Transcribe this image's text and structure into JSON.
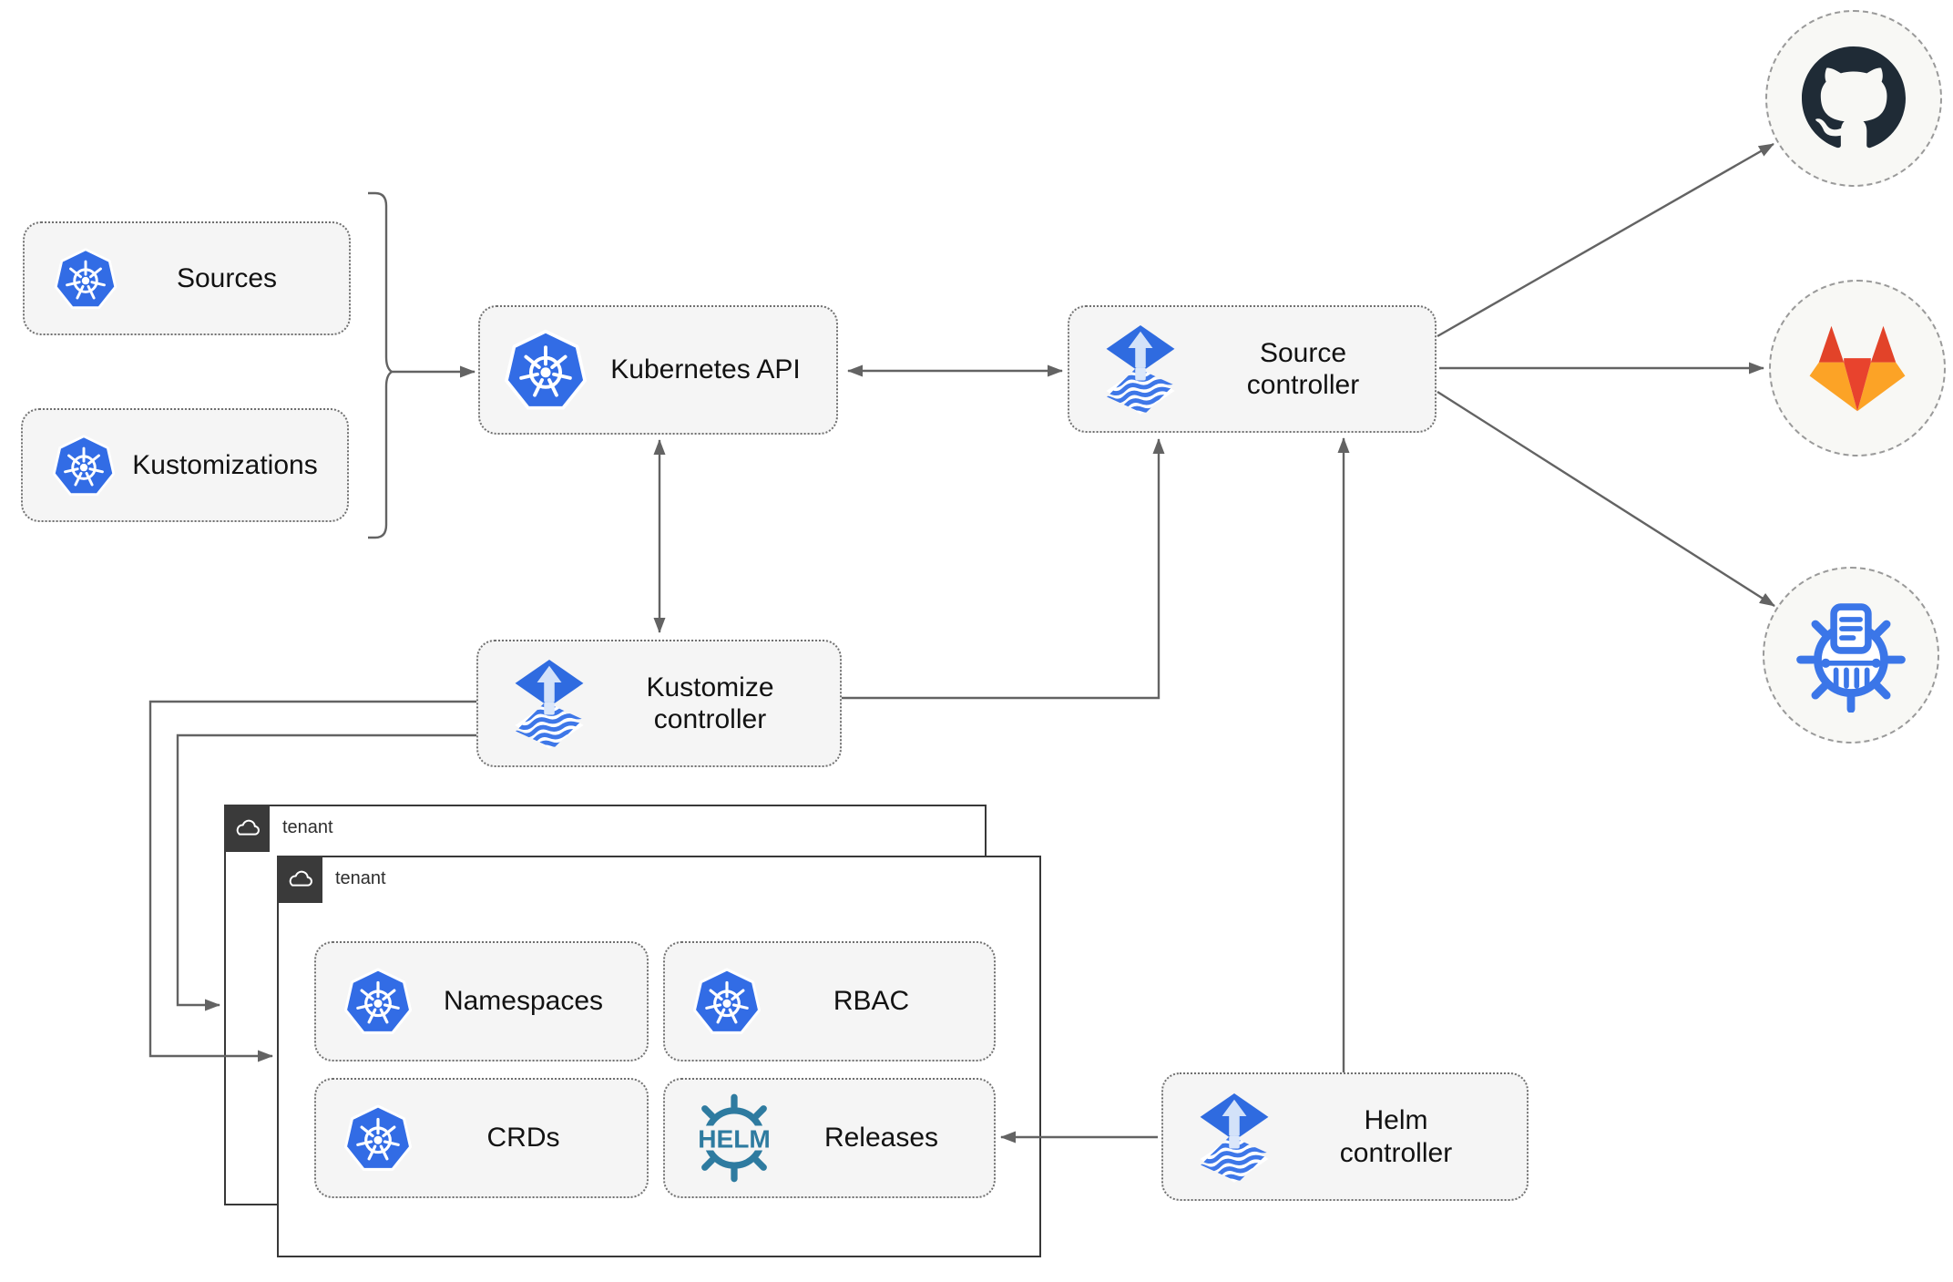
{
  "nodes": {
    "sources": {
      "label": "Sources",
      "icon": "kubernetes-icon"
    },
    "kustomizations": {
      "label": "Kustomizations",
      "icon": "kubernetes-icon"
    },
    "kubernetes_api": {
      "label": "Kubernetes API",
      "icon": "kubernetes-icon"
    },
    "source_controller": {
      "label": "Source\ncontroller",
      "icon": "flux-icon"
    },
    "kustomize_controller": {
      "label": "Kustomize\ncontroller",
      "icon": "flux-icon"
    },
    "helm_controller": {
      "label": "Helm\ncontroller",
      "icon": "flux-icon"
    },
    "namespaces": {
      "label": "Namespaces",
      "icon": "kubernetes-icon"
    },
    "rbac": {
      "label": "RBAC",
      "icon": "kubernetes-icon"
    },
    "crds": {
      "label": "CRDs",
      "icon": "kubernetes-icon"
    },
    "releases": {
      "label": "Releases",
      "icon": "helm-icon"
    }
  },
  "groups": {
    "back": {
      "label": "tenant",
      "icon": "cloud-icon"
    },
    "front": {
      "label": "tenant",
      "icon": "cloud-icon"
    }
  },
  "endpoints": {
    "git_provider_github": {
      "icon": "github-icon"
    },
    "git_provider_gitlab": {
      "icon": "gitlab-icon"
    },
    "helm_repository": {
      "icon": "chartmuseum-icon"
    }
  },
  "icons": {
    "helm_text": "HELM"
  },
  "colors": {
    "kubernetes_blue": "#326ce5",
    "flux_blue": "#2f6be0",
    "flux_arrow_light": "#d3e2f9",
    "helm_teal": "#2e7ba0",
    "github_dark": "#1f2b36",
    "gitlab_red": "#e24329",
    "gitlab_amber": "#fca326",
    "chartmuseum_blue": "#3b76e8",
    "node_fill": "#f5f5f5",
    "node_border": "#707070",
    "tenant_border": "#383838",
    "connector_gray": "#636363"
  }
}
